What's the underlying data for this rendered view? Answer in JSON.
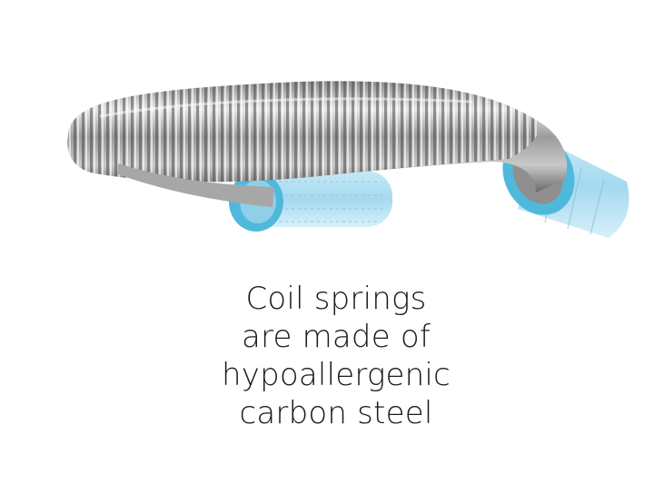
{
  "image": {
    "subject": "curved coil spring with blue end sleeves",
    "colors": {
      "background": "#ffffff",
      "steel_light": "#e6e6e6",
      "steel_mid": "#a9a9a9",
      "steel_dark": "#5f5f5f",
      "sleeve_ring": "#4fb9dc",
      "sleeve_body": "#a8dbf0",
      "text": "#1a1a1a"
    }
  },
  "caption": {
    "line1": "Coil springs",
    "line2": "are made of",
    "line3": "hypoallergenic",
    "line4": "carbon steel"
  }
}
